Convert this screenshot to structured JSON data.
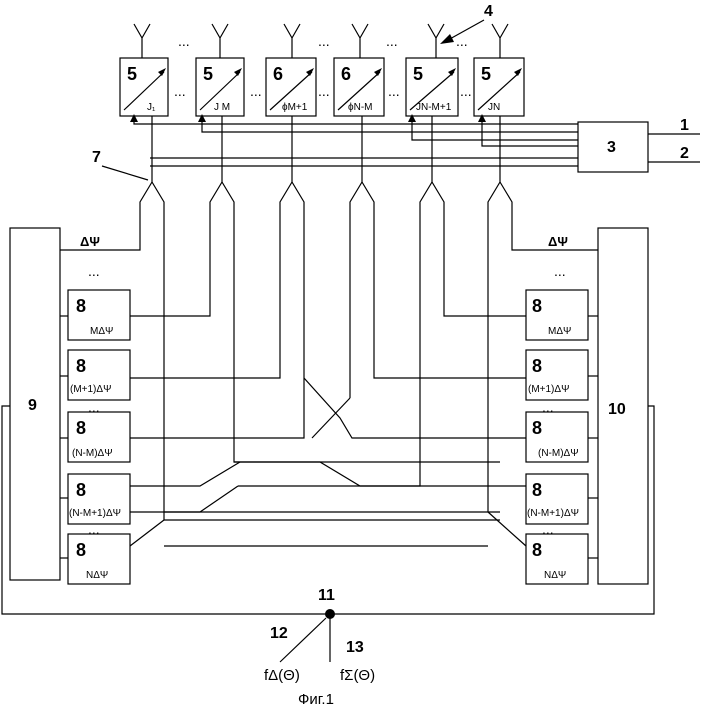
{
  "ellipsis": "...",
  "antenna_modules": [
    {
      "num": "5",
      "sub": "J₁"
    },
    {
      "num": "5",
      "sub": "J M"
    },
    {
      "num": "6",
      "sub": "ϕM+1"
    },
    {
      "num": "6",
      "sub": "ϕN-M"
    },
    {
      "num": "5",
      "sub": "JN-M+1"
    },
    {
      "num": "5",
      "sub": "JN"
    }
  ],
  "refs": {
    "r1": "1",
    "r2": "2",
    "r3": "3",
    "r4": "4",
    "r7": "7",
    "r9": "9",
    "r10": "10",
    "r11": "11",
    "r12": "12",
    "r13": "13"
  },
  "delta_psi_left": "ΔΨ",
  "delta_psi_right": "ΔΨ",
  "left_phase_boxes": [
    {
      "num": "8",
      "sub": "MΔΨ"
    },
    {
      "num": "8",
      "sub": "(M+1)ΔΨ"
    },
    {
      "num": "8",
      "sub": "(N-M)ΔΨ"
    },
    {
      "num": "8",
      "sub": "(N-M+1)ΔΨ"
    },
    {
      "num": "8",
      "sub": "NΔΨ"
    }
  ],
  "right_phase_boxes": [
    {
      "num": "8",
      "sub": "MΔΨ"
    },
    {
      "num": "8",
      "sub": "(M+1)ΔΨ"
    },
    {
      "num": "8",
      "sub": "(N-M)ΔΨ"
    },
    {
      "num": "8",
      "sub": "(N-M+1)ΔΨ"
    },
    {
      "num": "8",
      "sub": "NΔΨ"
    }
  ],
  "output_delta": "fΔ(Θ)",
  "output_sigma": "fΣ(Θ)",
  "figure_caption": "Фиг.1"
}
